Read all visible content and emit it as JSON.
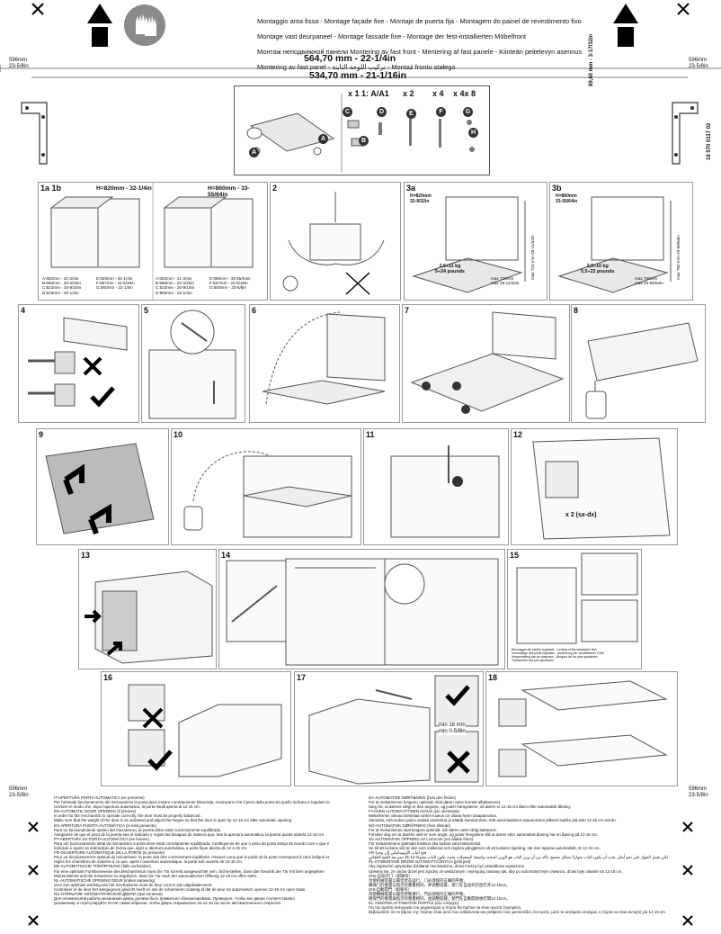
{
  "header": {
    "title_lines": [
      "Montaggio anta fissa - Montage façade fixe - Montaje de puerta fija - Montagem do painel de revestimento fixo",
      "Montage vast deurpaneel - Montage fassade fixe - Montage der fest-installierten Möbelfront",
      "Монтаж неподвижной панели Montering av fast front - Mentering af fast panele - Kiinteän peitelevyn asennus",
      "Montering av fast panel - تركيب اللوحة الثابتة - Montaż frontu stałego"
    ]
  },
  "dimensions": {
    "width_top": "564,70 mm - 22-1/4in",
    "width_bottom": "534,70 mm - 21-1/16in",
    "height_side": "89,60 mm - 3-17/32in",
    "cabinet_left": "596mm\n23-5/8in",
    "cabinet_right": "596mm\n23-5/8in",
    "doc_code": "19 570 0117 02"
  },
  "parts": {
    "scale": "x 1",
    "scale_label": "1: A/A1",
    "qty": [
      "x 2",
      "x 4",
      "x 4x 8"
    ],
    "letters": [
      "A",
      "C",
      "D",
      "B",
      "E",
      "F",
      "G",
      "H",
      "A"
    ]
  },
  "steps": {
    "s1": "1a 1b",
    "s1a_height": "H=820mm - 32-1/4in",
    "s1b_height": "H=860mm - 33-55/64in",
    "s1a_list": "A:552mm - 21-3/4in\nB:586mm - 23-3/32in\nC:522mm - 20-9/16in\nD:523mm - 20-1/4in",
    "s1a_list2": "E:820mm - 32-1/4in\nF:567mm - 22-5/16in\nG:560mm - 22-1/4in",
    "s1b_list": "A:552mm - 21-3/4in\nB:586mm - 23-3/32in\nC:522mm - 20-9/16in\nD:560mm - 22-1/4in",
    "s1b_list2": "E:860mm - 33-55/64in\nF:567mm - 22-5/16in\nG:600mm - 23-5/8in",
    "s2": "2",
    "s3a": "3a",
    "s3a_h": "H=820mm\n32-9/32in",
    "s3a_weight": "2,5÷11 kg\n5÷24 pounds",
    "s3a_max": "max 720mm\nmax 28-11/32in",
    "s3a_v": "max 720 mm-28-11/32in",
    "s3b": "3b",
    "s3b_h": "H=860mm\n33-55/64in",
    "s3b_weight": "2,5÷10 kg\n5,5÷22 pounds",
    "s3b_max": "max 760mm\nmax 29-59/64in",
    "s3b_v": "max 760 mm-29-59/64in",
    "s4": "4",
    "s5": "5",
    "s6": "6",
    "s7": "7",
    "s8": "8",
    "s9": "9",
    "s10": "10",
    "s11": "11",
    "s12": "12",
    "s13": "13",
    "s14": "14",
    "s15": "15",
    "s12_screws": "x 2 (sx-dx)",
    "s15_note": "Bloccaggio dei piedini regolabili - Locking of the adjustable feet.\nVerrouillage des pieds réglables - Arretierung der verstellbaren Füße\nVergrendeling van de stelpoten - Bloqueo de los pies ajustables\nTravamento dos pés ajustáveis",
    "s16": "16",
    "s17": "17",
    "s18": "18",
    "s17_min": "min 16 mm\nmin 0-5/8in"
  },
  "footer": {
    "left": "IT-APERTURA PORTA AUTOMATICA (se presente)\nPer l'ottimale funzionamento del meccanismo la porta deve essere correttamente bilanciata. Assicurarsi che il peso della porta sia quello indicato e regolare le\ncerniere in modo che, dopo l'apertura automatica, la porta risulti aperta di 12-15 cm.\nEN-AUTOMATIC DOOR OPENING (if present)\nIn order for the mechanism to operate correctly, the door must be properly balanced.\nMake sure that the weight of the door is as indicated and adjust the hinges so that the door is open by 12-15 cm after automatic opening.\nES-APERTURA PUERTA AUTOMÁTICA (si está presente)\nPara un funcionamiento óptimo del mecanismo, la puerta debe estar correctamente equilibrada.\nAsegúrese de que el peso de la puerta sea el indicado y regule las bisagras de manera que, tras la apertura automática, la puerta quede abierta 12-15 cm.\nPT-ABERTURA DA PORTA AUTOMÁTICA (se houver)\nPara um funcionamento ideal do mecanismo a porta deve estar corretamente equilibrada. Certifique-se de que o peso da porta esteja de acordo com o que é\nindicado e ajuste as dobradiças de forma que, após a abertura automática, a porta fique aberta de 12 a 15 cm.\nFR-OUVERTURE AUTOMATIQUE DE LA PORTE (si présente)\nPour un fonctionnement optimal du mécanisme, la porte doit être correctement équilibrée. Assurez-vous que le poids de la porte correspond à celui indiqué et\nréglez les charnières de manière à ce que, après l'ouverture automatique, la porte soit ouverte de 12-15 cm.\nDE-AUTOMATISCHE TÜRÖFFNUNG (falls vorhanden)\nFür eine optimale Funktionsweise des Mechanismus muss die Tür korrekt ausgewuchtet sein. Sicherstellen, dass das Gewicht der Tür mit dem angegeben\nübereinstimmt und die Scharniere so regulieren, dass die Tür nach der automatischen Öffnung 12-15 cm offen steht.\nNL-AUTOMATISCHE OPENING DEUR (indien aanwezig)\nVoor een optimale werking van het mechanisme moet de deur correct zijn uitgebalanceerd.\nControleer of de deur het aangegeven gewicht heeft en stel de scharnieren zodanig af dat de deur na automatisch openen 12-15 cm open staat.\nRU-ОТКРЫТИЕ АВТОМАТИЧЕСКОЙ ДВЕРИ (при наличии)\nДля оптимальной работы механизма дверь должна быть правильно сбалансирована. Проверьте, чтобы вес двери соответствовал\nуказанному, и отрегулируйте петли таким образом, чтобы дверь открывалась на 12-15 см после автоматического открытия.",
    "right": "DA-AUTOMATISK DØRÅBNING (hvis den findes)\nFor at mekanismen fungerer optimalt, skal døren være korrekt afbalanceret.\nSørg for, at dørens vægt er den angivne, og juster hængslerne, så døren er 12-15 cm åben efter automatisk åbning.\nFI-OVEN AUTOMAATTINEN AVAUS (jos olemassa)\nMekanismin oikeaa toimintaa varten luukun on oltava hyvin tasapainossa.\nVarmista, että luukun paino vastaa osoitettua ja säädä saranat siten, että automaattisen avautumisen jälkeen luukku jää auki 12-15 cm verran.\nNO-AUTOMATISK DØRÅPNING (hvis tilstede)\nFor at mekanismen skal fungere optimalt, må døren være riktig balansert.\nForsikre deg om at dørens vekt er som angitt, og juster hengslene slik at døren etter automatisk åpning har en åpning på 12-15 cm.\nSV-AUTOMATISK ÖPPNING AV LUCKAN (om sådan finns)\nFör mekanismens optimala funktion ska luckan vara balanserad.\nSe till att luckans vikt är den som indikeras och reglera gångjärnen så att luckans öppning, när den öppnas automatiskt, är 12-15 cm.\nAR-فتح الباب الأوتوماتيكي (إن وجد)\nلكي يعمل الجهاز على نحو أمثل، يجب أن يكون الباب متوازنًا بشكل صحيح. تأكد من أن وزن الباب هو الوزن المحدد واضبط المفصلات بحيث يكون الباب مفتوحًا 12-15 سم بعد الفتح التلقائي\nPL-OTWIERANIE DRZWI AUTOMATYCZNYCH (jeśli jest)\nAby zapewnić optymalne działanie mechanizmu, drzwi muszą być prawidłowo wyważone.\nUpewnij się, że ciężar drzwi jest zgodny ze wskazanym i wyreguluj zawiasy tak, aby po automatycznym otwarciu, drzwi były otwarte na 12-15 cm.\nZHs-自动开门（如果有）\n为使机械装置以最佳状态运行，门必须保持正确的平衡。\n确保门的重量与指示的重量相同，并调整铰链，使门在自动开启后打开12-15cm。\nZHt-自動開門（如果有）\n為使機械裝置以最佳狀態運行，門必須保持正確的平衡。\n確保門的重量與指示的重量相同，並調整鉸鏈，使門在自動開啟後打開12-15cm。\nEL-ΑΝΟΙΓΜΑ ΑΥΤΟΜΑΤΗΣ ΠΟΡΤΑΣ (εάν υπάρχει)\nΓια την άριστη λειτουργία του μηχανισμού η πόρτα θα πρέπει να είναι σωστά ζυγισμένη.\nΒεβαιωθείτε ότι το βάρος της πόρτας είναι αυτό που ενδείκνυται και ρυθμίστε τους μεντεσέδες έτσι ώστε, μετά το αυτόματο άνοιγμα, η πόρτα να είναι ανοιχτή για 12-15 cm."
  },
  "icons": {
    "scissors": "scissors-icon",
    "arrow_up": "arrow-up-icon",
    "gloves": "gloves-icon",
    "check": "check-icon",
    "cross": "cross-icon"
  }
}
